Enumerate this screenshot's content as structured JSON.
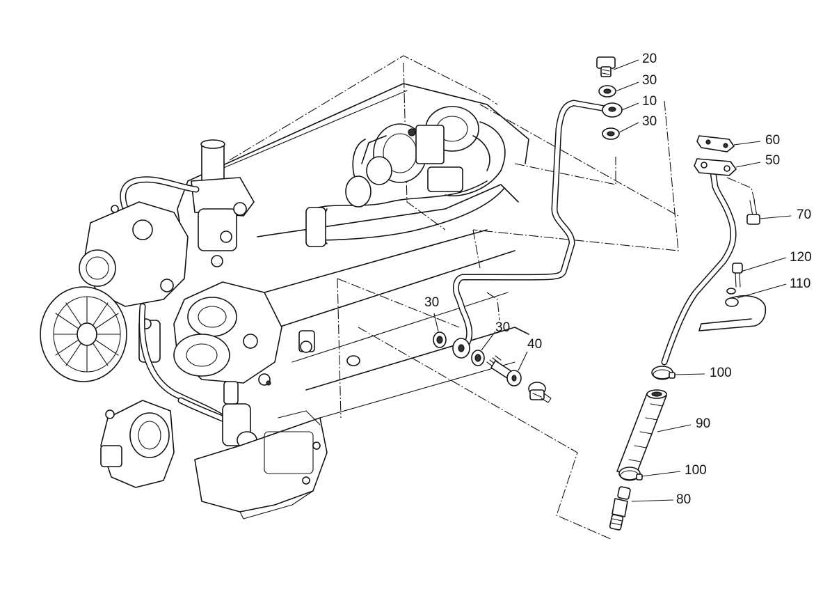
{
  "diagram": {
    "callouts": [
      {
        "id": "c20",
        "label": "20"
      },
      {
        "id": "c30a",
        "label": "30"
      },
      {
        "id": "c10",
        "label": "10"
      },
      {
        "id": "c30b",
        "label": "30"
      },
      {
        "id": "c60",
        "label": "60"
      },
      {
        "id": "c50",
        "label": "50"
      },
      {
        "id": "c70",
        "label": "70"
      },
      {
        "id": "c120",
        "label": "120"
      },
      {
        "id": "c110",
        "label": "110"
      },
      {
        "id": "c30c",
        "label": "30"
      },
      {
        "id": "c30d",
        "label": "30"
      },
      {
        "id": "c40",
        "label": "40"
      },
      {
        "id": "c100a",
        "label": "100"
      },
      {
        "id": "c90",
        "label": "90"
      },
      {
        "id": "c100b",
        "label": "100"
      },
      {
        "id": "c80",
        "label": "80"
      }
    ]
  }
}
